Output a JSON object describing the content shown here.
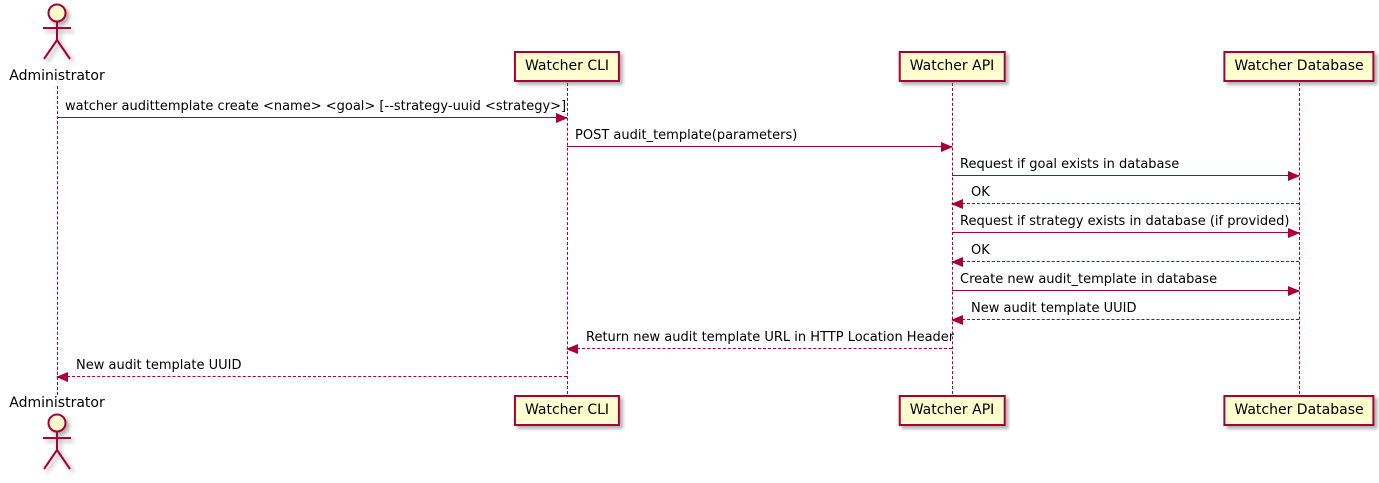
{
  "diagram": {
    "type": "uml-sequence",
    "colors": {
      "stroke_accent": "#A80036",
      "participant_fill": "#FEFECE",
      "text": "#000000",
      "background": "#FFFFFF"
    },
    "participants": {
      "administrator": {
        "label": "Administrator",
        "type": "actor"
      },
      "watcher_cli": {
        "label": "Watcher CLI",
        "type": "participant"
      },
      "watcher_api": {
        "label": "Watcher API",
        "type": "participant"
      },
      "watcher_database": {
        "label": "Watcher Database",
        "type": "participant"
      }
    },
    "messages": [
      {
        "from": "Administrator",
        "to": "Watcher CLI",
        "line": "solid",
        "label": "watcher audittemplate create <name> <goal> [--strategy-uuid <strategy>]"
      },
      {
        "from": "Watcher CLI",
        "to": "Watcher API",
        "line": "solid",
        "label": "POST audit_template(parameters)"
      },
      {
        "from": "Watcher API",
        "to": "Watcher Database",
        "line": "solid",
        "label": "Request if goal exists in database"
      },
      {
        "from": "Watcher Database",
        "to": "Watcher API",
        "line": "dashed",
        "label": "OK"
      },
      {
        "from": "Watcher API",
        "to": "Watcher Database",
        "line": "solid",
        "label": "Request if strategy exists in database (if provided)"
      },
      {
        "from": "Watcher Database",
        "to": "Watcher API",
        "line": "dashed",
        "label": "OK"
      },
      {
        "from": "Watcher API",
        "to": "Watcher Database",
        "line": "solid",
        "label": "Create new audit_template in database"
      },
      {
        "from": "Watcher Database",
        "to": "Watcher API",
        "line": "dashed",
        "label": "New audit template UUID"
      },
      {
        "from": "Watcher API",
        "to": "Watcher CLI",
        "line": "dashed",
        "label": "Return new audit template URL in HTTP Location Header"
      },
      {
        "from": "Watcher CLI",
        "to": "Administrator",
        "line": "dashed",
        "label": "New audit template UUID"
      }
    ]
  }
}
